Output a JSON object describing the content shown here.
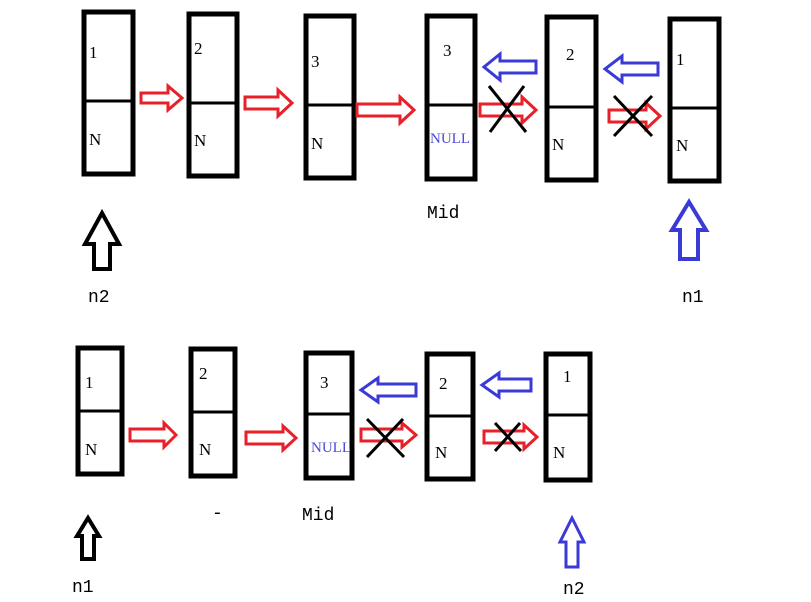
{
  "colors": {
    "black": "#000000",
    "red": "#e8202a",
    "blue": "#3a3ad6",
    "null_text": "#4a4ad6"
  },
  "top": {
    "nodes": [
      {
        "value": "1",
        "next": "N"
      },
      {
        "value": "2",
        "next": "N"
      },
      {
        "value": "3",
        "next": "N"
      },
      {
        "value": "3",
        "next": "NULL"
      },
      {
        "value": "2",
        "next": "N"
      },
      {
        "value": "1",
        "next": "N"
      }
    ],
    "mid_label": "Mid",
    "left_pointer_label": "n2",
    "right_pointer_label": "n1"
  },
  "bottom": {
    "nodes": [
      {
        "value": "1",
        "next": "N"
      },
      {
        "value": "2",
        "next": "N"
      },
      {
        "value": "3",
        "next": "NULL"
      },
      {
        "value": "2",
        "next": "N"
      },
      {
        "value": "1",
        "next": "N"
      }
    ],
    "mid_label": "Mid",
    "left_pointer_label": "n1",
    "right_pointer_label": "n2",
    "stray_mark": "-"
  }
}
